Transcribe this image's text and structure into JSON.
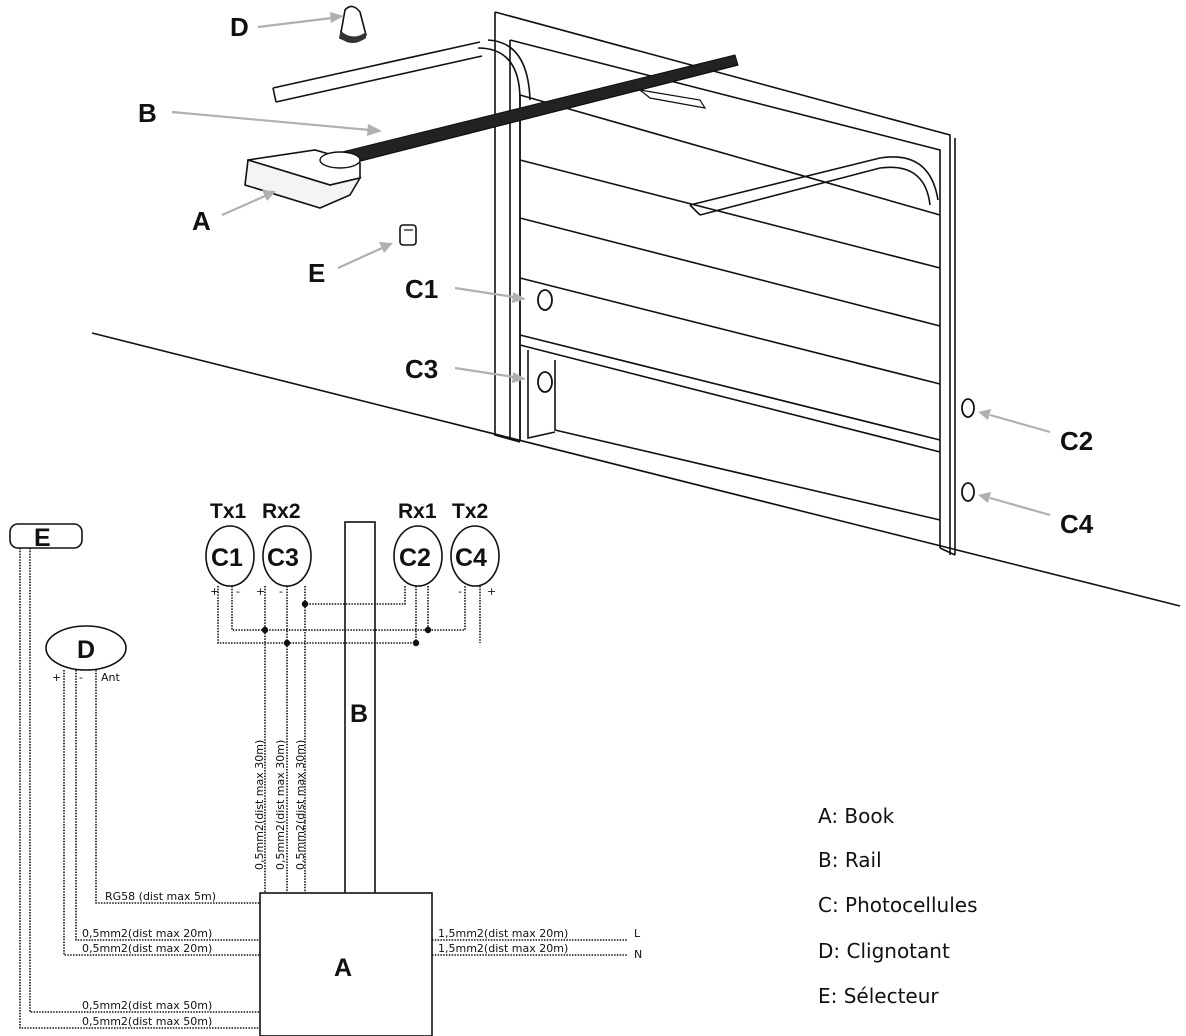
{
  "callouts": {
    "A": "A",
    "B": "B",
    "C1": "C1",
    "C2": "C2",
    "C3": "C3",
    "C4": "C4",
    "D": "D",
    "E": "E"
  },
  "schematic": {
    "selector": "E",
    "flasher": "D",
    "rail": "B",
    "box": "A",
    "cells": [
      {
        "id": "C1",
        "role": "Tx1"
      },
      {
        "id": "C3",
        "role": "Rx2"
      },
      {
        "id": "C2",
        "role": "Rx1"
      },
      {
        "id": "C4",
        "role": "Tx2"
      }
    ],
    "pins": {
      "plus": "+",
      "minus": "-",
      "ant": "Ant"
    },
    "vertical_wire": "0,5mm2(dist max 30m)",
    "wires_left": [
      "RG58 (dist max 5m)",
      "0,5mm2(dist max 20m)",
      "0,5mm2(dist max 20m)",
      "0,5mm2(dist max 50m)",
      "0,5mm2(dist max 50m)"
    ],
    "wires_right": [
      {
        "label": "1,5mm2(dist max 20m)",
        "end": "L"
      },
      {
        "label": "1,5mm2(dist max 20m)",
        "end": "N"
      }
    ]
  },
  "legend": [
    "A: Book",
    "B: Rail",
    "C: Photocellules",
    "D: Clignotant",
    "E: Sélecteur"
  ]
}
